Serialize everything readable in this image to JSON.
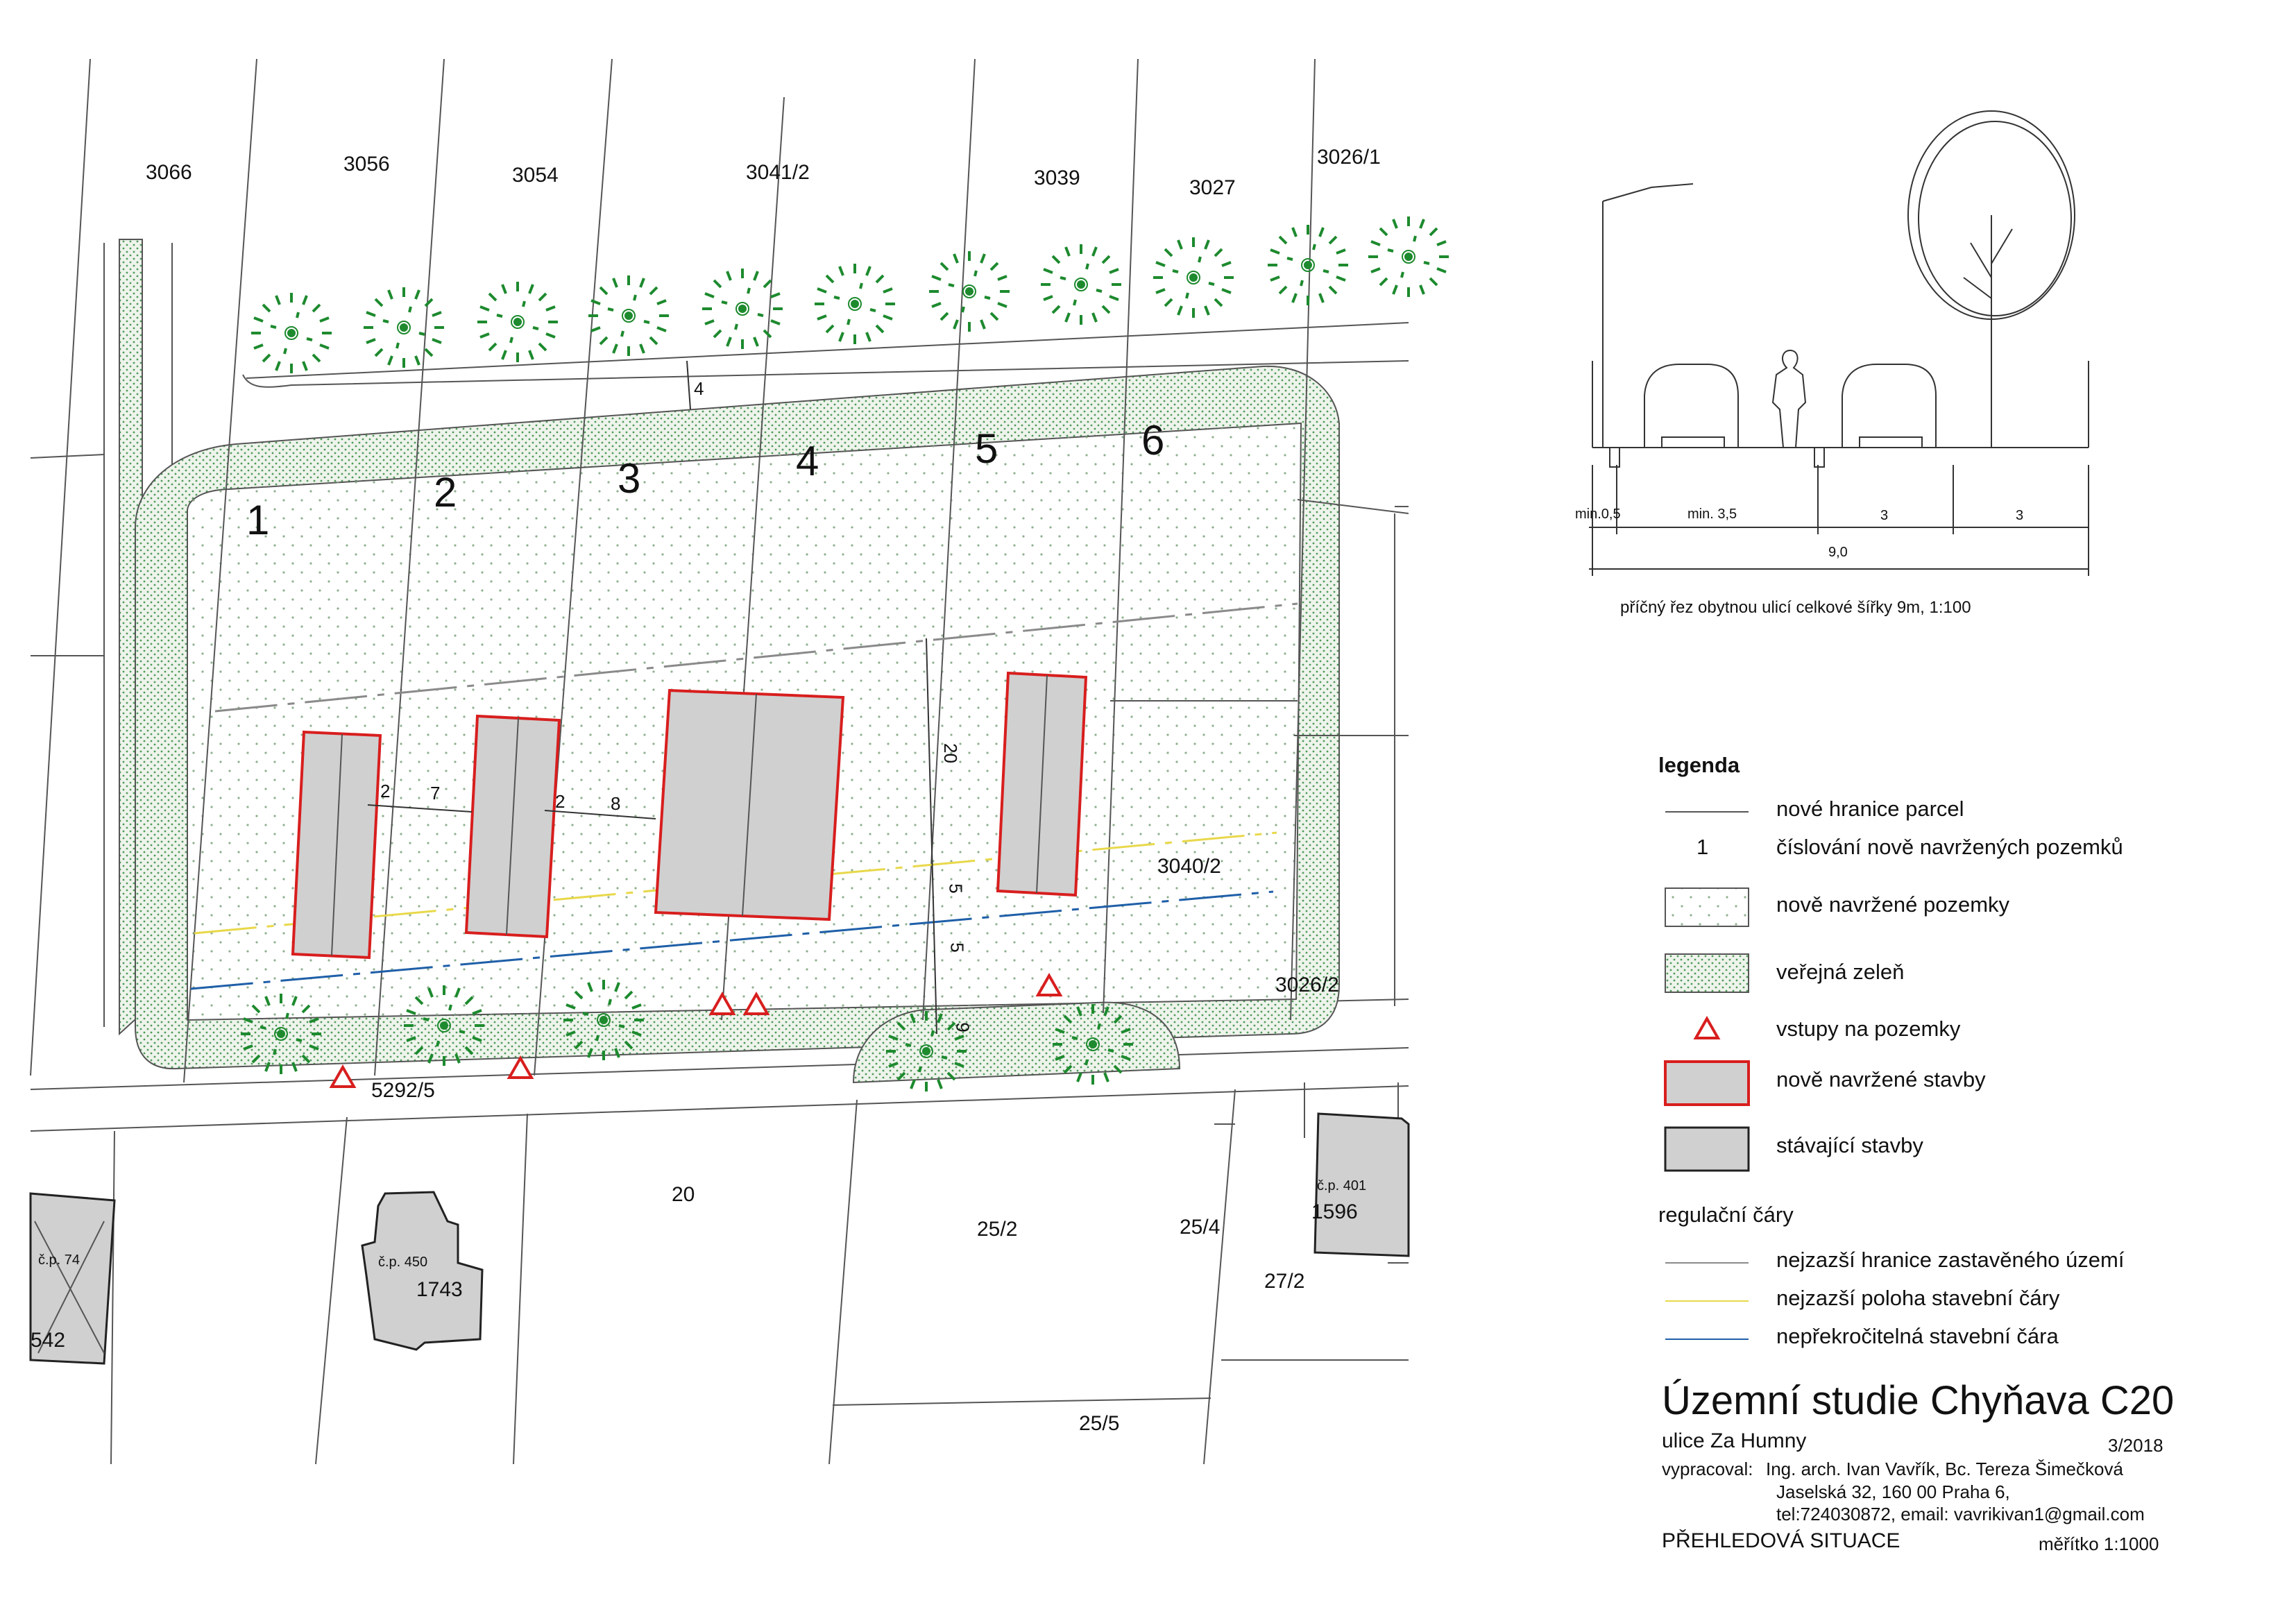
{
  "site_plan": {
    "parcel_labels": [
      {
        "id": "3066",
        "text": "3066"
      },
      {
        "id": "3056",
        "text": "3056"
      },
      {
        "id": "3054",
        "text": "3054"
      },
      {
        "id": "3041_2",
        "text": "3041/2"
      },
      {
        "id": "3039",
        "text": "3039"
      },
      {
        "id": "3027",
        "text": "3027"
      },
      {
        "id": "3026_1",
        "text": "3026/1"
      },
      {
        "id": "3040_2",
        "text": "3040/2"
      },
      {
        "id": "3026_2",
        "text": "3026/2"
      },
      {
        "id": "5292_5",
        "text": "5292/5"
      },
      {
        "id": "20",
        "text": "20"
      },
      {
        "id": "25_2",
        "text": "25/2"
      },
      {
        "id": "25_4",
        "text": "25/4"
      },
      {
        "id": "27_2",
        "text": "27/2"
      },
      {
        "id": "25_5",
        "text": "25/5"
      }
    ],
    "plot_numbers": [
      "1",
      "2",
      "3",
      "4",
      "5",
      "6"
    ],
    "dimensions": {
      "d4": "4",
      "d2a": "2",
      "d7": "7",
      "d2b": "2",
      "d8": "8",
      "d20": "20",
      "d5a": "5",
      "d5b": "5",
      "d9": "9"
    },
    "existing_buildings": [
      {
        "id": "cp74",
        "cp": "č.p. 74",
        "number": "542"
      },
      {
        "id": "cp450",
        "cp": "č.p. 450",
        "number": "1743"
      },
      {
        "id": "cp401",
        "cp": "č.p. 401",
        "number": "1596"
      }
    ]
  },
  "cross_section": {
    "dims": {
      "min05": "min.0,5",
      "min35": "min. 3,5",
      "lane1": "3",
      "lane2": "3",
      "total": "9,0"
    },
    "caption": "příčný řez obytnou ulicí celkové šířky 9m, 1:100"
  },
  "legend": {
    "title": "legenda",
    "items": [
      {
        "key": "parcel_border",
        "label": "nové hranice parcel"
      },
      {
        "key": "numbering",
        "symbol": "1",
        "label": "číslování nově navržených pozemků"
      },
      {
        "key": "new_plots",
        "label": "nově navržené pozemky"
      },
      {
        "key": "public_green",
        "label": "veřejná zeleň"
      },
      {
        "key": "entries",
        "label": "vstupy na pozemky"
      },
      {
        "key": "new_buildings",
        "label": "nově navržené stavby"
      },
      {
        "key": "existing_buildings",
        "label": "stávající stavby"
      }
    ],
    "regulation_title": "regulační čáry",
    "regulation_items": [
      {
        "key": "limit",
        "label": "nejzazší hranice zastavěného území",
        "color": "#8a8a8a"
      },
      {
        "key": "building_line",
        "label": "nejzazší poloha stavební čáry",
        "color": "#e8d84a"
      },
      {
        "key": "strict_line",
        "label": "nepřekročitelná stavební čára",
        "color": "#1f5fa8"
      }
    ]
  },
  "title_block": {
    "title": "Územní studie Chyňava C20",
    "street": "ulice Za Humny",
    "date": "3/2018",
    "prepared_label": "vypracoval:",
    "authors": "Ing. arch. Ivan Vavřík, Bc. Tereza Šimečková",
    "address": "Jaselská 32, 160 00 Praha 6,",
    "contact": "tel:724030872, email: vavrikivan1@gmail.com",
    "sheet": "PŘEHLEDOVÁ SITUACE",
    "scale": "měřítko 1:1000"
  },
  "colors": {
    "new_building_outline": "#d81e1e",
    "building_fill": "#d0d0d0",
    "tree_green": "#1d8a2e",
    "green_fill": "#e6efe4",
    "yellow_line": "#e8d84a",
    "blue_line": "#1f5fa8"
  }
}
